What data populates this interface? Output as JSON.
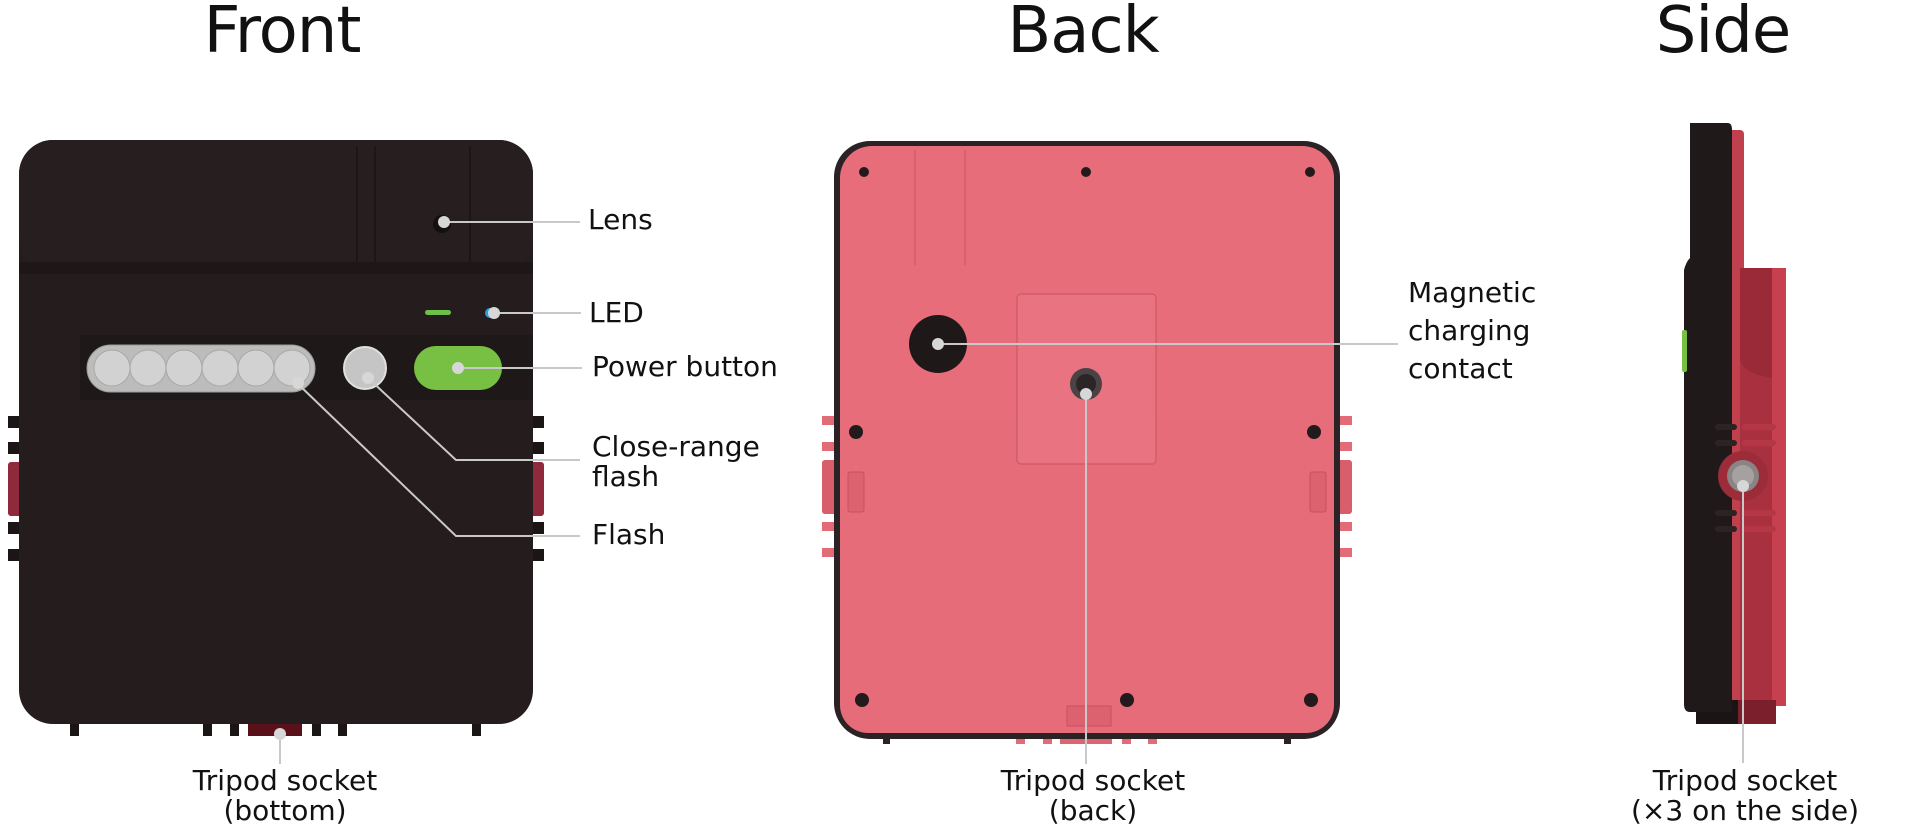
{
  "views": {
    "front": {
      "title": "Front",
      "labels": {
        "lens": "Lens",
        "led": "LED",
        "power_button": "Power button",
        "close_range_flash_line1": "Close-range",
        "close_range_flash_line2": "flash",
        "flash": "Flash",
        "tripod_line1": "Tripod socket",
        "tripod_line2": "(bottom)"
      }
    },
    "back": {
      "title": "Back",
      "labels": {
        "magnetic_line1": "Magnetic",
        "magnetic_line2": "charging",
        "magnetic_line3": "contact",
        "tripod_line1": "Tripod socket",
        "tripod_line2": "(back)"
      }
    },
    "side": {
      "title": "Side",
      "labels": {
        "tripod_line1": "Tripod socket",
        "tripod_line2": "(×3 on the side)"
      }
    }
  },
  "colors": {
    "front_body": "#241c1d",
    "back_body": "#e86d7a",
    "back_rim": "#2a2224",
    "side_red": "#9a2a37",
    "power_button": "#77c043",
    "led_green": "#6cc04a",
    "led_blue": "#2a9de0",
    "leader_line": "#c9c9c9",
    "flash_silver": "#c8c8c8"
  }
}
